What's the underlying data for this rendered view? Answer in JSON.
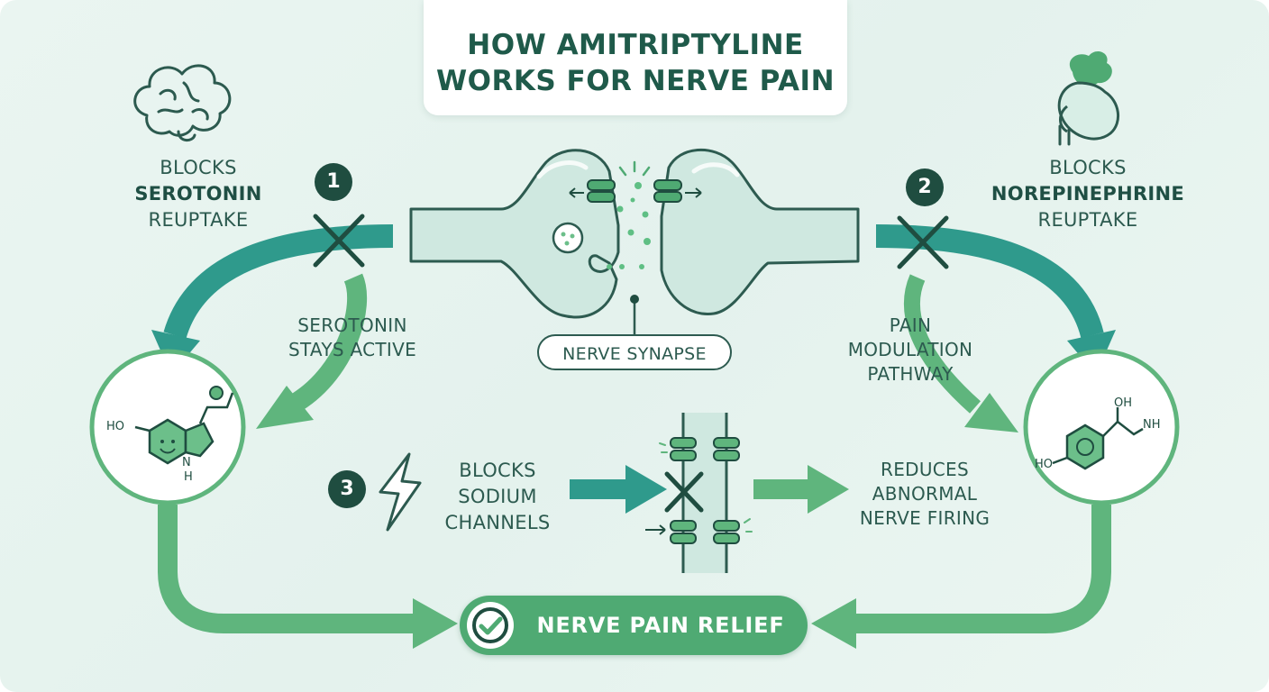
{
  "title": {
    "line1": "HOW AMITRIPTYLINE",
    "line2": "WORKS FOR NERVE PAIN"
  },
  "step1": {
    "number": "1",
    "label": [
      "BLOCKS",
      "SEROTONIN",
      "REUPTAKE"
    ],
    "effect": [
      "SEROTONIN",
      "STAYS ACTIVE"
    ],
    "molecule_labels": {
      "hydroxyl": "HO",
      "n": "N",
      "h": "H"
    }
  },
  "step2": {
    "number": "2",
    "label": [
      "BLOCKS",
      "NOREPINEPHRINE",
      "REUPTAKE"
    ],
    "effect": [
      "PAIN",
      "MODULATION",
      "PATHWAY"
    ],
    "molecule_labels": {
      "oh": "OH",
      "nh": "NH",
      "hydroxyl": "HO"
    }
  },
  "step3": {
    "number": "3",
    "label": [
      "BLOCKS",
      "SODIUM",
      "CHANNELS"
    ],
    "effect": [
      "REDUCES",
      "ABNORMAL",
      "NERVE FIRING"
    ]
  },
  "synapse_label": "NERVE SYNAPSE",
  "outcome": "NERVE PAIN RELIEF",
  "colors": {
    "teal": "#2f9a8c",
    "green": "#5fb57d",
    "dark": "#1f4d40",
    "synapse_fill": "#cfe8e0",
    "block_x": "#1f4d40"
  },
  "icons": [
    "brain-icon",
    "kidney-adrenal-icon",
    "lightning-icon",
    "check-icon",
    "block-x-icon"
  ]
}
